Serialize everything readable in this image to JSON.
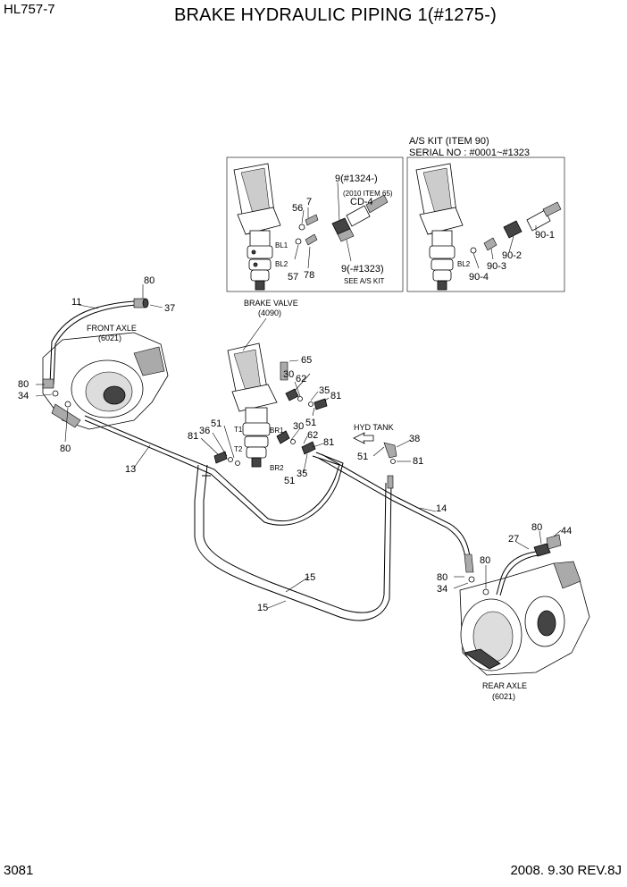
{
  "header": {
    "model": "HL757-7",
    "title": "BRAKE HYDRAULIC PIPING 1(#1275-)"
  },
  "footer": {
    "page": "3081",
    "revision": "2008. 9.30  REV.8J"
  },
  "inset_left": {
    "labels": [
      "9(#1324-)",
      "(2010 ITEM 65)",
      "CD-4",
      "56",
      "7",
      "BL1",
      "BL2",
      "57",
      "78",
      "9(-#1323)",
      "SEE A/S KIT"
    ]
  },
  "inset_right": {
    "title_line1": "A/S KIT (ITEM 90)",
    "title_line2": "SERIAL NO : #0001~#1323",
    "labels": [
      "90-1",
      "90-2",
      "90-3",
      "90-4",
      "BL2"
    ]
  },
  "captions": {
    "brake_valve": "BRAKE VALVE",
    "brake_valve_no": "(4090)",
    "front_axle": "FRONT AXLE",
    "front_axle_no": "(6021)",
    "rear_axle": "REAR AXLE",
    "rear_axle_no": "(6021)",
    "hyd_tank": "HYD  TANK"
  },
  "callouts": [
    "11",
    "80",
    "37",
    "80",
    "34",
    "80",
    "13",
    "65",
    "30",
    "62",
    "35",
    "81",
    "51",
    "51",
    "36",
    "81",
    "T1",
    "T2",
    "BR1",
    "BR2",
    "30",
    "62",
    "81",
    "35",
    "51",
    "38",
    "51",
    "81",
    "14",
    "15",
    "15",
    "27",
    "80",
    "44",
    "80",
    "80",
    "34"
  ]
}
